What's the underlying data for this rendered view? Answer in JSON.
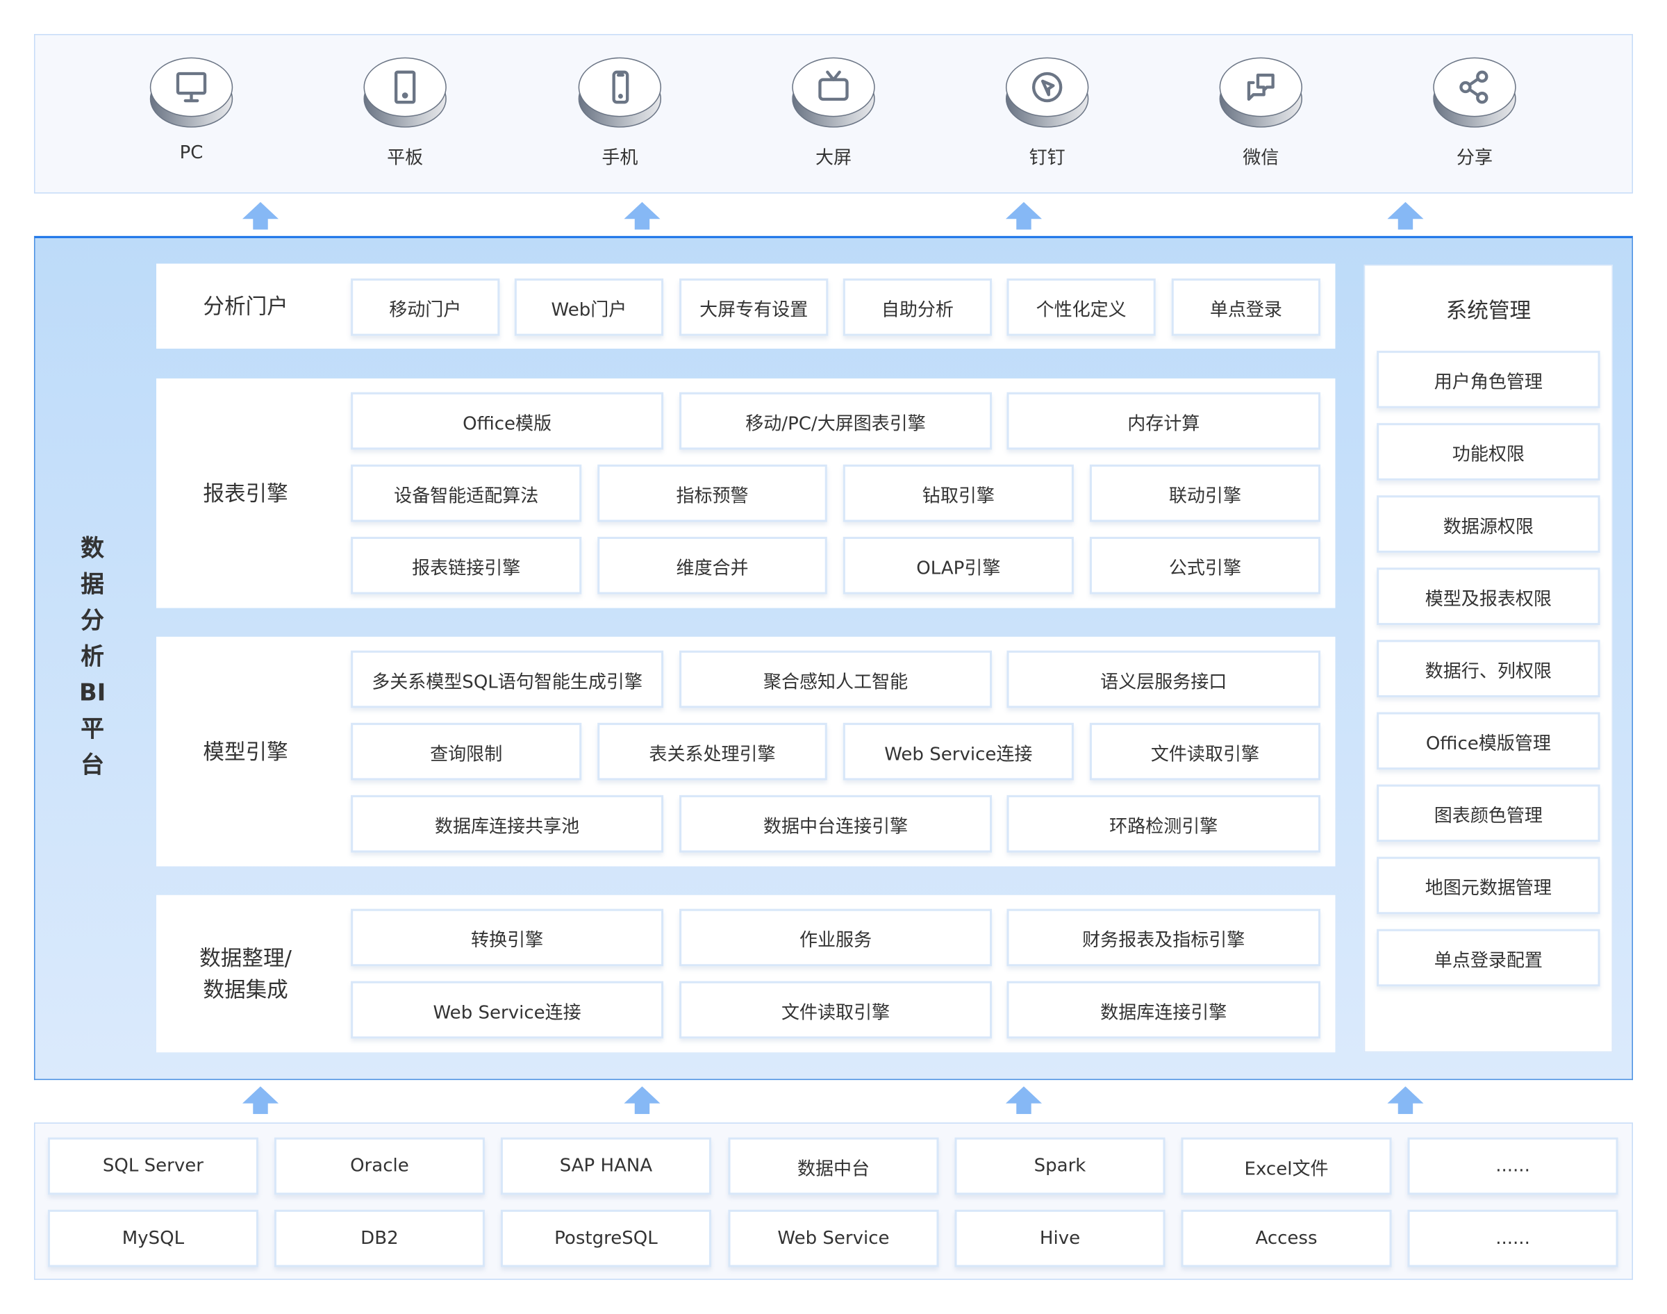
{
  "devices": [
    {
      "label": "PC",
      "icon": "monitor-icon"
    },
    {
      "label": "平板",
      "icon": "tablet-icon"
    },
    {
      "label": "手机",
      "icon": "phone-icon"
    },
    {
      "label": "大屏",
      "icon": "tv-icon"
    },
    {
      "label": "钉钉",
      "icon": "dingtalk-icon"
    },
    {
      "label": "微信",
      "icon": "chat-icon"
    },
    {
      "label": "分享",
      "icon": "share-icon"
    }
  ],
  "platform_title": "数据分析BI平台",
  "sections": [
    {
      "label": "分析门户",
      "rows": [
        [
          "移动门户",
          "Web门户",
          "大屏专有设置",
          "自助分析",
          "个性化定义",
          "单点登录"
        ]
      ]
    },
    {
      "label": "报表引擎",
      "rows": [
        [
          "Office模版",
          "移动/PC/大屏图表引擎",
          "内存计算"
        ],
        [
          "设备智能适配算法",
          "指标预警",
          "钻取引擎",
          "联动引擎"
        ],
        [
          "报表链接引擎",
          "维度合并",
          "OLAP引擎",
          "公式引擎"
        ]
      ]
    },
    {
      "label": "模型引擎",
      "rows": [
        [
          "多关系模型SQL语句智能生成引擎",
          "聚合感知人工智能",
          "语义层服务接口"
        ],
        [
          "查询限制",
          "表关系处理引擎",
          "Web Service连接",
          "文件读取引擎"
        ],
        [
          "数据库连接共享池",
          "数据中台连接引擎",
          "环路检测引擎"
        ]
      ]
    },
    {
      "label": "数据整理/\n数据集成",
      "rows": [
        [
          "转换引擎",
          "作业服务",
          "财务报表及指标引擎"
        ],
        [
          "Web Service连接",
          "文件读取引擎",
          "数据库连接引擎"
        ]
      ]
    }
  ],
  "system": {
    "title": "系统管理",
    "items": [
      "用户角色管理",
      "功能权限",
      "数据源权限",
      "模型及报表权限",
      "数据行、列权限",
      "Office模版管理",
      "图表颜色管理",
      "地图元数据管理",
      "单点登录配置"
    ]
  },
  "sources": [
    [
      "SQL Server",
      "Oracle",
      "SAP HANA",
      "数据中台",
      "Spark",
      "Excel文件",
      "......"
    ],
    [
      "MySQL",
      "DB2",
      "PostgreSQL",
      "Web Service",
      "Hive",
      "Access",
      "......"
    ]
  ],
  "colors": {
    "arrow": "#86b8f5",
    "border": "#1a73e8",
    "cell_border": "#d8e7f9"
  }
}
